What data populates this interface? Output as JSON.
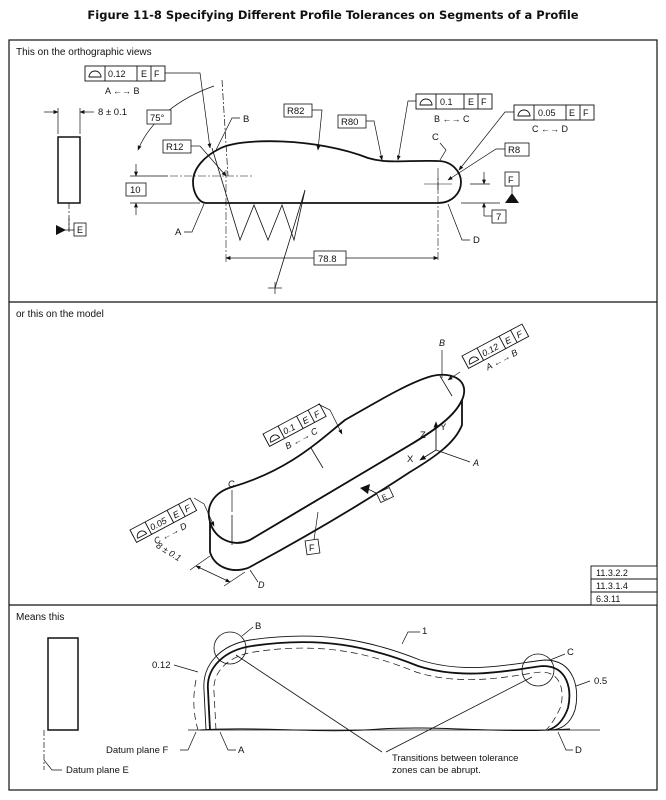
{
  "title": "Figure 11-8 Specifying Different Profile Tolerances on Segments of a Profile",
  "panels": {
    "ortho": {
      "caption": "This on the orthographic views",
      "fcf1": {
        "tol": "0.12",
        "d1": "E",
        "d2": "F",
        "span": "A ←→ B"
      },
      "fcf2": {
        "tol": "0.1",
        "d1": "E",
        "d2": "F",
        "span": "B ←→ C"
      },
      "fcf3": {
        "tol": "0.05",
        "d1": "E",
        "d2": "F",
        "span": "C ←→ D"
      },
      "thickness": "8 ± 0.1",
      "angle": "75°",
      "r12": "R12",
      "r82": "R82",
      "r80": "R80",
      "r8": "R8",
      "dim10": "10",
      "dim7": "7",
      "dim788": "78.8",
      "datumE": "E",
      "datumF": "F",
      "ptA": "A",
      "ptB": "B",
      "ptC": "C",
      "ptD": "D"
    },
    "model": {
      "caption": "or this on the model",
      "fcf1": {
        "tol": "0.12",
        "d1": "E",
        "d2": "F",
        "span": "A ←→ B"
      },
      "fcf2": {
        "tol": "0.1",
        "d1": "E",
        "d2": "F",
        "span": "B ←→ C"
      },
      "fcf3": {
        "tol": "0.05",
        "d1": "E",
        "d2": "F",
        "span": "C ←→ D"
      },
      "thickness": "8 ± 0.1",
      "axisX": "X",
      "axisY": "Y",
      "axisZ": "Z",
      "datumE": "E",
      "datumF": "F",
      "ptA": "A",
      "ptB": "B",
      "ptC": "C",
      "ptD": "D",
      "refs": [
        "11.3.2.2",
        "11.3.1.4",
        "6.3.11"
      ]
    },
    "means": {
      "caption": "Means this",
      "tol012": "0.12",
      "tol05": "0.5",
      "note1": "1",
      "datumF": "Datum plane F",
      "datumE": "Datum plane E",
      "ptA": "A",
      "ptB": "B",
      "ptC": "C",
      "ptD": "D",
      "transitions1": "Transitions between tolerance",
      "transitions2": "zones can be abrupt."
    }
  }
}
